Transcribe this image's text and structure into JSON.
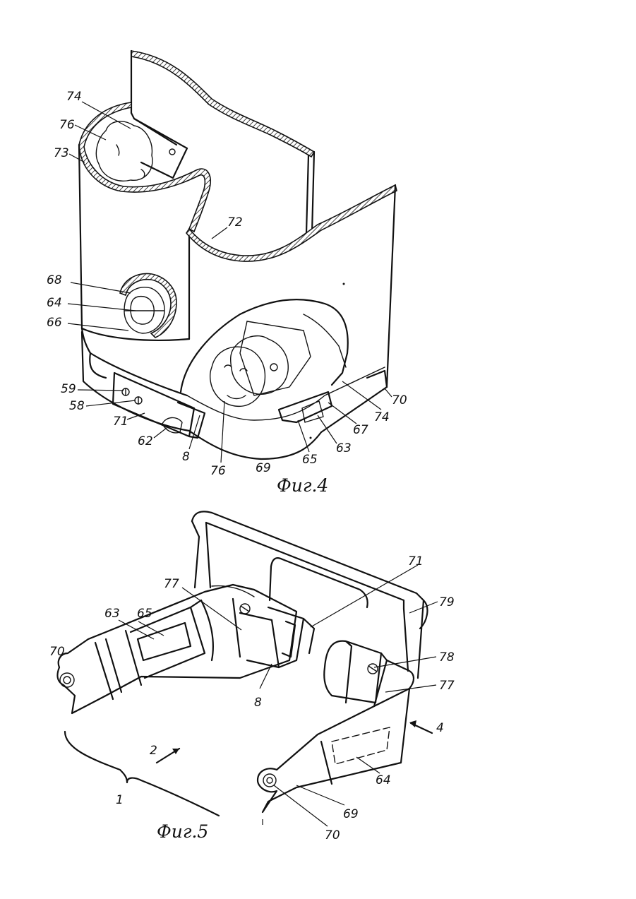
{
  "figure4": {
    "caption": "Фиг.4",
    "labels": {
      "l74a": "74",
      "l76a": "76",
      "l73": "73",
      "l72": "72",
      "l68": "68",
      "l64": "64",
      "l66": "66",
      "l59": "59",
      "l58": "58",
      "l71": "71",
      "l62": "62",
      "l8": "8",
      "l76b": "76",
      "l69": "69",
      "l65": "65",
      "l63": "63",
      "l67": "67",
      "l74b": "74",
      "l70": "70"
    }
  },
  "figure5": {
    "caption": "Фиг.5",
    "labels": {
      "l77a": "77",
      "l65": "65",
      "l63": "63",
      "l70a": "70",
      "l71": "71",
      "l79": "79",
      "l78": "78",
      "l77b": "77",
      "l4": "4",
      "l8": "8",
      "l2": "2",
      "l1": "1",
      "l64": "64",
      "l69": "69",
      "l70b": "70"
    }
  }
}
